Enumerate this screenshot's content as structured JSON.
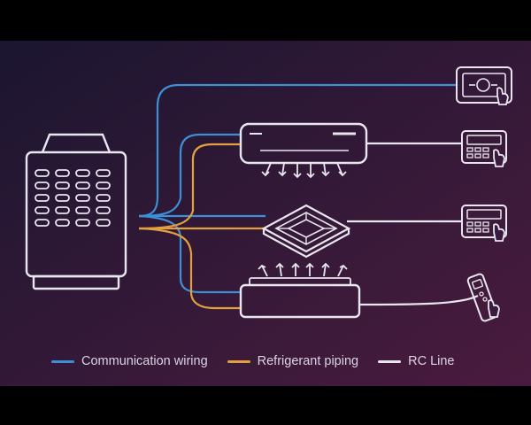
{
  "colors": {
    "background_start": "#1b1630",
    "background_end": "#4a1b3e",
    "communication": "#3d8fd6",
    "refrigerant": "#e2a03f",
    "rc_line": "#e8e6ee",
    "outline": "#e8e6ee"
  },
  "devices": {
    "outdoor_unit": "outdoor-unit-icon",
    "indoor_units": [
      "wall-mounted-unit-icon",
      "ceiling-cassette-unit-icon",
      "ducted-unit-icon"
    ],
    "controllers": [
      "central-controller-icon",
      "wired-remote-icon",
      "wired-remote-icon",
      "wireless-remote-icon"
    ]
  },
  "legend": [
    {
      "label": "Communication wiring",
      "color": "#3d8fd6"
    },
    {
      "label": "Refrigerant piping",
      "color": "#e2a03f"
    },
    {
      "label": "RC Line",
      "color": "#e8e6ee"
    }
  ]
}
